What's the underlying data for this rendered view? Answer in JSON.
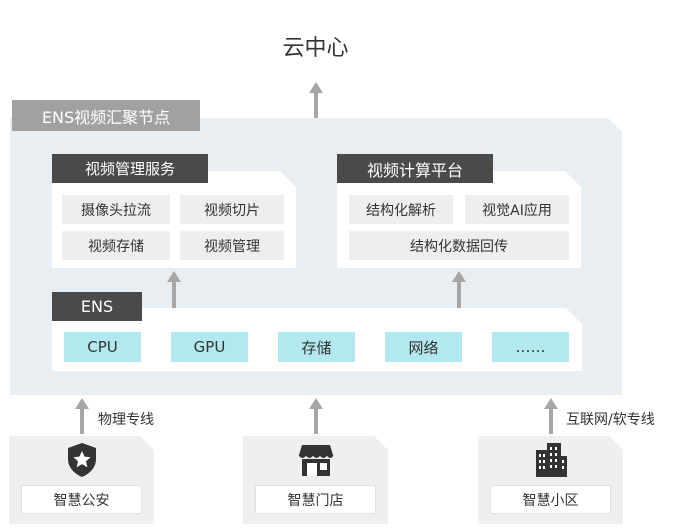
{
  "cloud": {
    "title": "云中心"
  },
  "ens_node": {
    "title": "ENS视频汇聚节点"
  },
  "video_service": {
    "title": "视频管理服务",
    "items": [
      "摄像头拉流",
      "视频切片",
      "视频存储",
      "视频管理"
    ]
  },
  "video_compute": {
    "title": "视频计算平台",
    "items": [
      "结构化解析",
      "视觉AI应用",
      "结构化数据回传"
    ]
  },
  "ens": {
    "title": "ENS",
    "resources": [
      "CPU",
      "GPU",
      "存储",
      "网络",
      "……"
    ]
  },
  "links": {
    "left": "物理专线",
    "right": "互联网/软专线"
  },
  "sites": [
    {
      "name": "智慧公安",
      "icon": "shield-star-icon"
    },
    {
      "name": "智慧门店",
      "icon": "storefront-icon"
    },
    {
      "name": "智慧小区",
      "icon": "buildings-icon"
    }
  ],
  "colors": {
    "panel": "#e9eef3",
    "dark_tag": "#4a4a4a",
    "gray_tag": "#a1a1a1",
    "resource": "#b2e8ef",
    "arrow": "#a6a6a6"
  }
}
